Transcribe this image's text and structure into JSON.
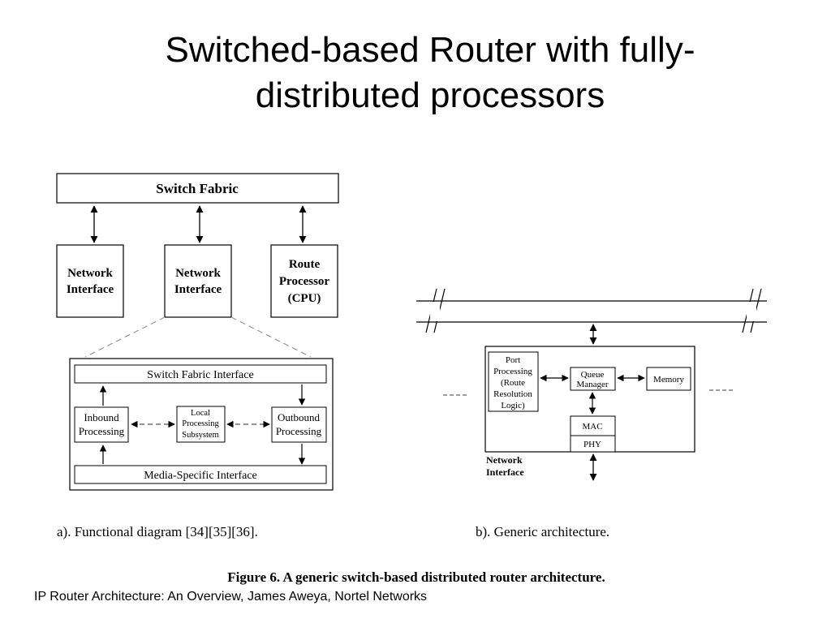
{
  "slide": {
    "title_line1": "Switched-based Router with fully-",
    "title_line2": "distributed processors",
    "footer": "IP Router Architecture: An Overview, James Aweya, Nortel Networks"
  },
  "diagram_a": {
    "switch_fabric": "Switch Fabric",
    "ni_left_1": "Network",
    "ni_left_2": "Interface",
    "ni_mid_1": "Network",
    "ni_mid_2": "Interface",
    "route_1": "Route",
    "route_2": "Processor",
    "route_3": "(CPU)",
    "sf_interface": "Switch Fabric Interface",
    "inbound_1": "Inbound",
    "inbound_2": "Processing",
    "local_1": "Local",
    "local_2": "Processing",
    "local_3": "Subsystem",
    "outbound_1": "Outbound",
    "outbound_2": "Processing",
    "media": "Media-Specific Interface",
    "caption": "a). Functional diagram [34][35][36]."
  },
  "diagram_b": {
    "port_1": "Port",
    "port_2": "Processing",
    "port_3": "(Route",
    "port_4": "Resolution",
    "port_5": "Logic)",
    "queue_1": "Queue",
    "queue_2": "Manager",
    "memory": "Memory",
    "mac": "MAC",
    "phy": "PHY",
    "ni_1": "Network",
    "ni_2": "Interface",
    "caption": "b). Generic architecture."
  },
  "figure_caption": "Figure 6. A generic switch-based distributed router architecture."
}
